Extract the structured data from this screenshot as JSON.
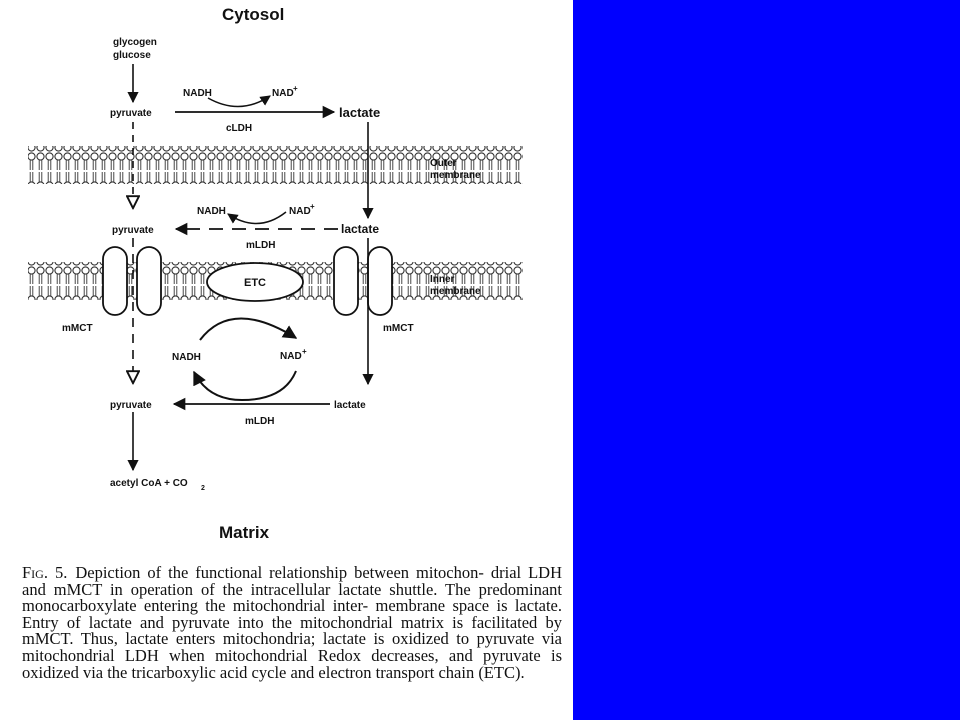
{
  "diagram": {
    "title_top": "Cytosol",
    "title_bottom": "Matrix",
    "nodes": {
      "glycogen": "glycogen",
      "glucose": "glucose",
      "pyruvate_cytosol": "pyruvate",
      "lactate_cytosol": "lactate",
      "pyruvate_ims": "pyruvate",
      "lactate_ims": "lactate",
      "pyruvate_matrix": "pyruvate",
      "lactate_matrix": "lactate",
      "acetyl_coa": "acetyl CoA + CO",
      "acetyl_coa_sub": "2"
    },
    "cofactors": {
      "nadh": "NADH",
      "nad": "NAD",
      "nad_sup": "+"
    },
    "enzymes": {
      "cldh": "cLDH",
      "mldh_ims": "mLDH",
      "mldh_matrix": "mLDH",
      "mmct_left": "mMCT",
      "mmct_right": "mMCT",
      "etc": "ETC"
    },
    "membranes": {
      "outer_line1": "Outer",
      "outer_line2": "membrane",
      "inner_line1": "Inner",
      "inner_line2": "membrane"
    }
  },
  "caption": {
    "fig_label": "Fig. 5.",
    "lines": [
      "Depiction of the functional relationship between mitochon-",
      "drial LDH and mMCT in operation of the intracellular lactate shuttle.",
      "The predominant monocarboxylate entering the mitochondrial inter-",
      "membrane space is lactate. Entry of lactate and pyruvate into the",
      "mitochondrial matrix is facilitated by mMCT. Thus, lactate enters",
      "mitochondria; lactate is oxidized to pyruvate via mitochondrial LDH",
      "when mitochondrial Redox decreases, and pyruvate is oxidized via the",
      "tricarboxylic acid cycle and electron transport chain (ETC)."
    ]
  },
  "colors": {
    "side_panel": "#0000ff",
    "ink": "#111111"
  }
}
